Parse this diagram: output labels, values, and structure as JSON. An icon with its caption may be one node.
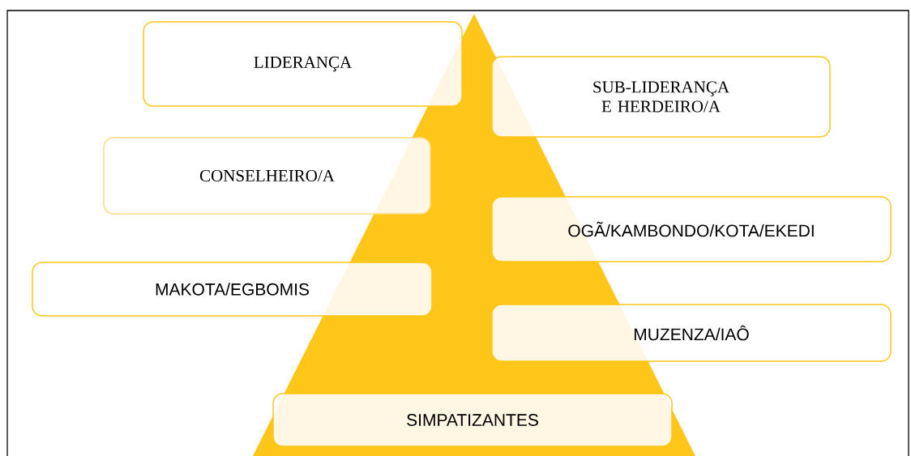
{
  "diagram": {
    "nodes": [
      {
        "text": [
          "LIDERANÇA"
        ]
      },
      {
        "text": [
          "SUB-LIDERANÇA E HERDEIRO/A"
        ]
      },
      {
        "text": [
          "CONSELHEIRO/A"
        ]
      },
      {
        "text": [
          "OGÃ/KAMBONDO/KOTA/EKEDI"
        ]
      },
      {
        "text": [
          "MAKOTA/EGBOMIS"
        ]
      },
      {
        "text": [
          "MUZENZA/IAÔ"
        ]
      },
      {
        "text": [
          "SIMPATIZANTES"
        ]
      }
    ]
  }
}
